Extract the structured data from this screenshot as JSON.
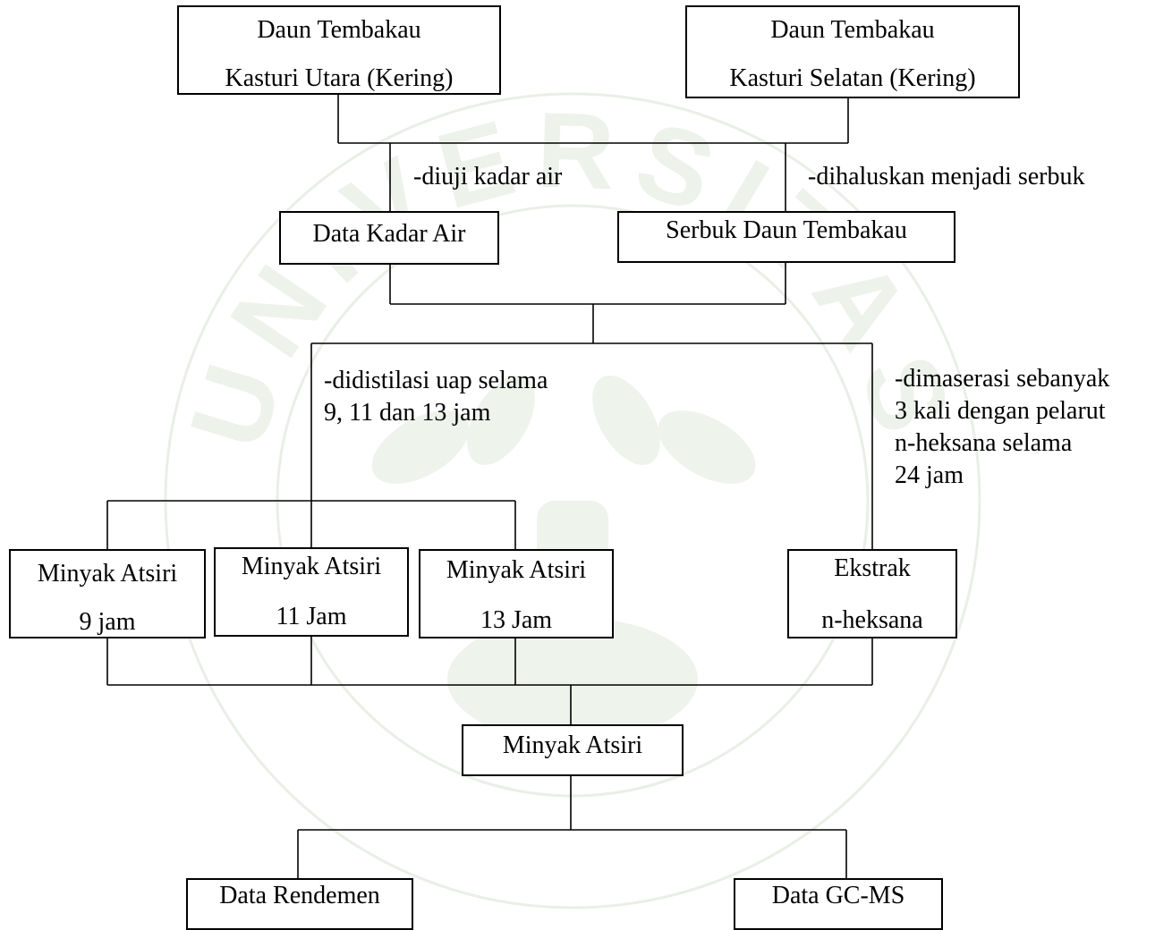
{
  "diagram": {
    "nodes": {
      "kasturi_utara": [
        "Daun Tembakau",
        "Kasturi Utara (Kering)"
      ],
      "kasturi_selatan": [
        "Daun Tembakau",
        "Kasturi Selatan (Kering)"
      ],
      "kadar_air": [
        "Data Kadar Air"
      ],
      "serbuk": [
        "Serbuk Daun Tembakau"
      ],
      "atsiri_9": [
        "Minyak Atsiri",
        "9 jam"
      ],
      "atsiri_11": [
        "Minyak Atsiri",
        "11 Jam"
      ],
      "atsiri_13": [
        "Minyak Atsiri",
        "13 Jam"
      ],
      "ekstrak": [
        "Ekstrak",
        "n-heksana"
      ],
      "atsiri": [
        "Minyak Atsiri"
      ],
      "rendemen": [
        "Data Rendemen"
      ],
      "gcms": [
        "Data GC-MS"
      ]
    },
    "notes": {
      "kadar_air": [
        "-diuji kadar air"
      ],
      "haluskan": [
        "-dihaluskan menjadi serbuk"
      ],
      "distilasi": [
        "-didistilasi uap selama",
        "9, 11 dan 13 jam"
      ],
      "maserasi": [
        "-dimaserasi sebanyak",
        "3 kali dengan pelarut",
        "n-heksana selama",
        "24 jam"
      ]
    },
    "watermark_text": "UNIVERSITAS"
  }
}
